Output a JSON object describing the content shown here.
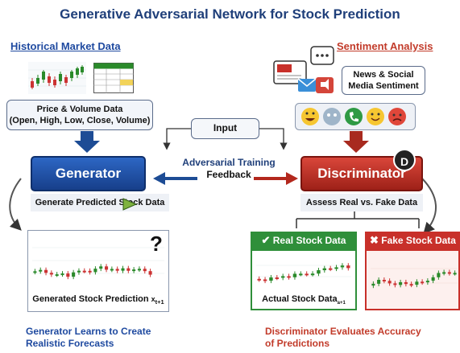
{
  "title": "Generative Adversarial Network for Stock Prediction",
  "left_section": {
    "heading": "Historical Market Data",
    "data_box_line1": "Price & Volume Data",
    "data_box_line2": "(Open, High, Low, Close, Volume)"
  },
  "right_section": {
    "heading": "Sentiment Analysis",
    "news_line1": "News & Social",
    "news_line2": "Media Sentiment"
  },
  "input_label": "Input",
  "adversarial_line1": "Adversarial Training",
  "adversarial_line2": "Feedback",
  "generator": {
    "label": "Generator",
    "sub_label": "Generate Predicted Stock Data",
    "output_caption": "Generated Stock Prediction",
    "question_mark": "?"
  },
  "discriminator": {
    "label": "Discriminator",
    "badge": "D",
    "sub_label": "Assess Real vs. Fake Data"
  },
  "real_panel": {
    "header": "Real Stock Data",
    "caption": "Actual Stock Data"
  },
  "fake_panel": {
    "header": "Fake Stock Data"
  },
  "caption_left": {
    "line1": "Generator Learns to Create",
    "line2": "Realistic Forecasts"
  },
  "caption_right": {
    "line1": "Discriminator Evaluates Accuracy",
    "line2": "of Predictions"
  },
  "colors": {
    "generator_blue": "#1f4aa0",
    "discriminator_red": "#c23b2a",
    "real_green": "#2f8f3a"
  }
}
